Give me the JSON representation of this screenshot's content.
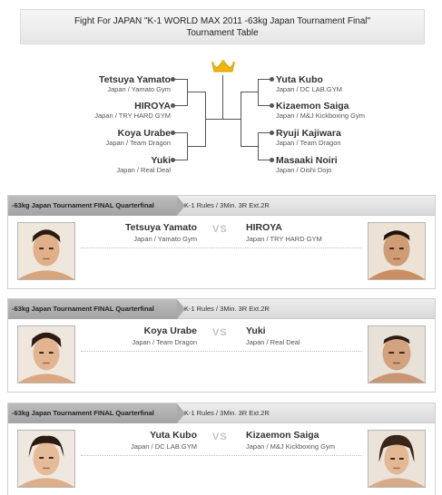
{
  "header": {
    "title_line1": "Fight For JAPAN \"K-1 WORLD MAX 2011 -63kg Japan Tournament Final\"",
    "title_line2": "Tournament Table"
  },
  "bracket": {
    "left": [
      {
        "name": "Tetsuya Yamato",
        "gym": "Japan / Yamato Gym"
      },
      {
        "name": "HIROYA",
        "gym": "Japan / TRY HARD GYM"
      },
      {
        "name": "Koya Urabe",
        "gym": "Japan / Team Dragon"
      },
      {
        "name": "Yuki",
        "gym": "Japan / Real Deal"
      }
    ],
    "right": [
      {
        "name": "Yuta Kubo",
        "gym": "Japan / DC LAB.GYM"
      },
      {
        "name": "Kizaemon Saiga",
        "gym": "Japan / M&J Kickboxing Gym"
      },
      {
        "name": "Ryuji Kajiwara",
        "gym": "Japan / Team Dragon"
      },
      {
        "name": "Masaaki Noiri",
        "gym": "Japan / Oishi Dojo"
      }
    ],
    "crown_icon": "crown-icon"
  },
  "matches": [
    {
      "title": "-63kg Japan Tournament FINAL Quarterfinal",
      "rules": "K-1 Rules / 3Min. 3R Ext.2R",
      "vs": "VS",
      "left": {
        "name": "Tetsuya Yamato",
        "gym": "Japan / Yamato Gym"
      },
      "right": {
        "name": "HIROYA",
        "gym": "Japan / TRY HARD GYM"
      }
    },
    {
      "title": "-63kg Japan Tournament FINAL Quarterfinal",
      "rules": "K-1 Rules / 3Min. 3R Ext.2R",
      "vs": "VS",
      "left": {
        "name": "Koya Urabe",
        "gym": "Japan / Team Dragon"
      },
      "right": {
        "name": "Yuki",
        "gym": "Japan / Real Deal"
      }
    },
    {
      "title": "-63kg Japan Tournament FINAL Quarterfinal",
      "rules": "K-1 Rules / 3Min. 3R Ext.2R",
      "vs": "VS",
      "left": {
        "name": "Yuta Kubo",
        "gym": "Japan / DC LAB.GYM"
      },
      "right": {
        "name": "Kizaemon Saiga",
        "gym": "Japan / M&J Kickboxing Gym"
      }
    }
  ],
  "colors": {
    "crown": "#f2b705",
    "line": "#555555",
    "vs": "#c3c3c3"
  }
}
